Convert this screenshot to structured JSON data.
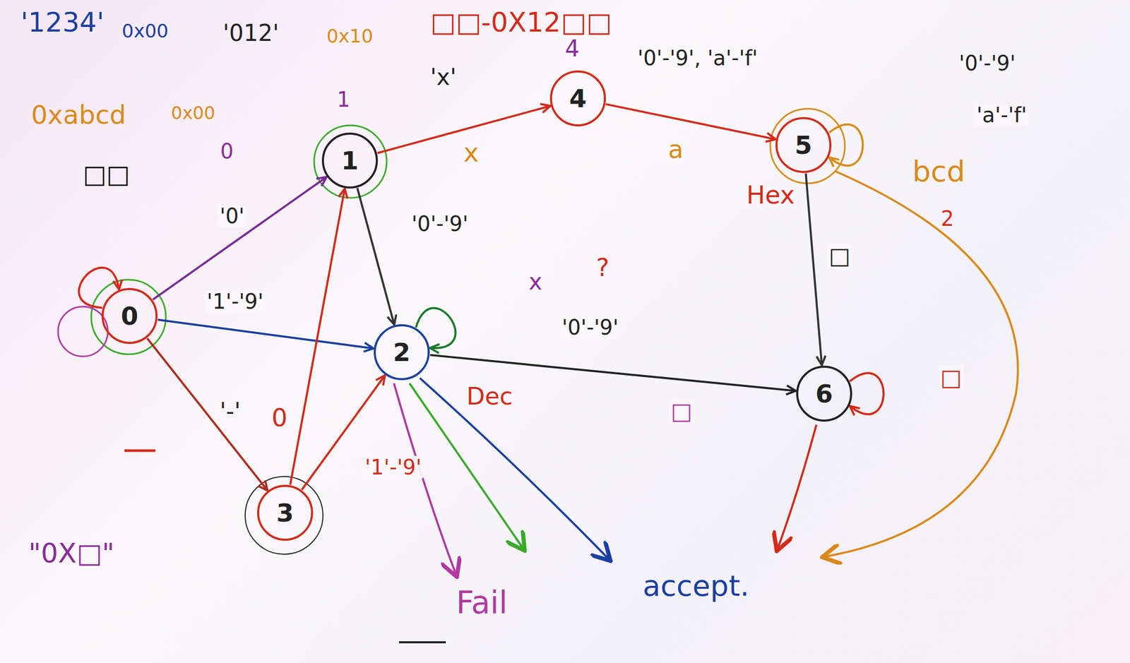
{
  "diagram": {
    "nodes": [
      {
        "text": [
          "0"
        ]
      },
      {
        "text": [
          "1"
        ]
      },
      {
        "text": [
          "2"
        ]
      },
      {
        "text": [
          "3"
        ]
      },
      {
        "text": [
          "4"
        ]
      },
      {
        "text": [
          "5"
        ]
      },
      {
        "text": [
          "6"
        ]
      }
    ],
    "edges": [
      {
        "from": 0,
        "to": 1,
        "arrow": "to",
        "label": "'0'"
      },
      {
        "from": 0,
        "to": 2,
        "arrow": "to",
        "label": "'1'-'9'"
      },
      {
        "from": 0,
        "to": 3,
        "arrow": "to",
        "label": "'-'"
      },
      {
        "from": 3,
        "to": 1,
        "arrow": "to",
        "label": "0"
      },
      {
        "from": 3,
        "to": 2,
        "arrow": "to",
        "label": "'1'-'9'"
      },
      {
        "from": 1,
        "to": 4,
        "arrow": "to",
        "label": "x"
      },
      {
        "from": 1,
        "to": 2,
        "arrow": "to",
        "label": "'0'-'9'"
      },
      {
        "from": 4,
        "to": 5,
        "arrow": "to",
        "label": "a"
      },
      {
        "from": 5,
        "to": 5,
        "arrow": "to",
        "label": "'a'-'f'"
      },
      {
        "from": 2,
        "to": 2,
        "arrow": "to",
        "label": "'0'-'9'"
      },
      {
        "from": 2,
        "to": 6,
        "arrow": "to",
        "label": "□"
      },
      {
        "from": 5,
        "to": 6,
        "arrow": "to",
        "label": "□"
      },
      {
        "from": 6,
        "to": 6,
        "arrow": "to",
        "label": "□"
      },
      {
        "from": 0,
        "to": 0,
        "arrow": "to"
      }
    ],
    "labels": [
      "'1234'",
      "0x00",
      "'012'",
      "0x10",
      "□□-0X12□□",
      "4",
      "'x'",
      "'0'-'9', 'a'-'f'",
      "'0'-'9'",
      "0xabcd",
      "0x00",
      "□□",
      "0",
      "1",
      "Hex",
      "bcd",
      "2",
      "x",
      "?",
      "Dec",
      "Fail",
      "accept.",
      "\"0X□\""
    ]
  }
}
